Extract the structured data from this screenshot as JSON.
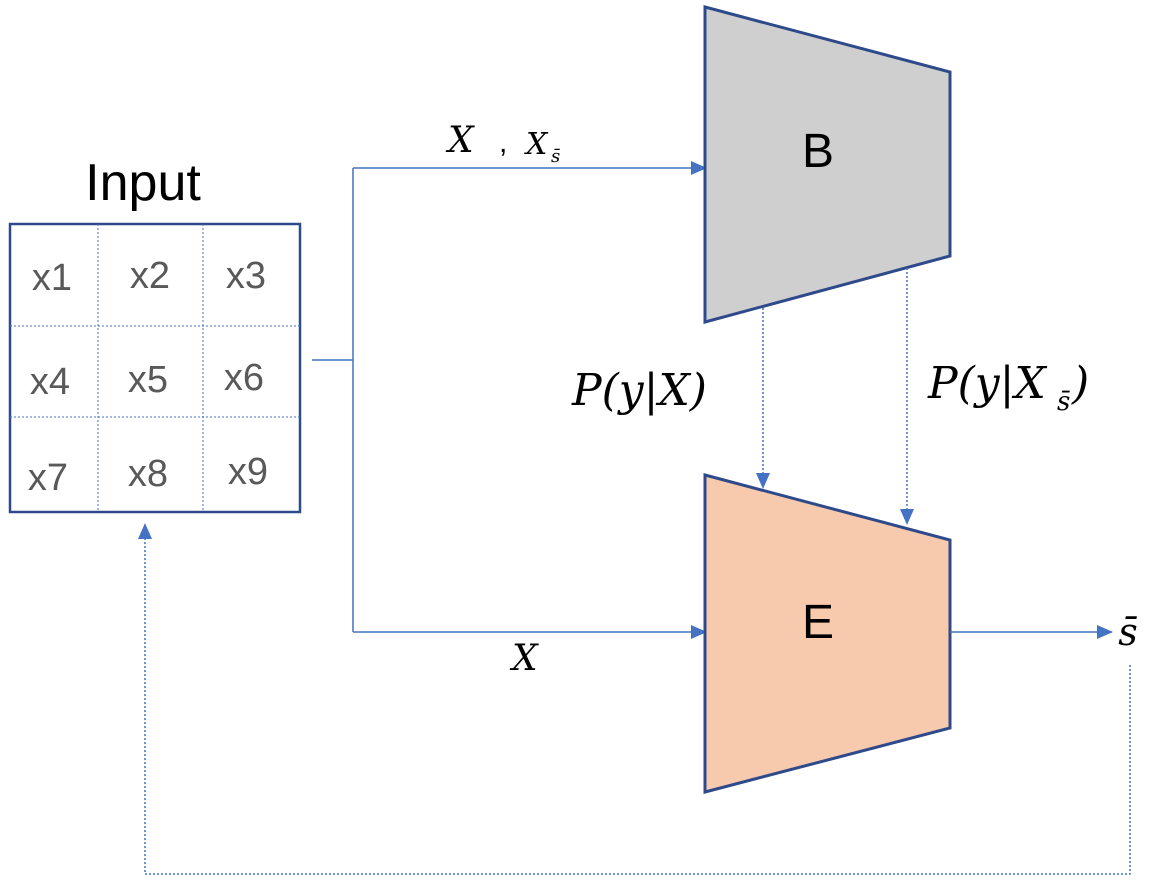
{
  "input": {
    "title": "Input",
    "cells": [
      "x1",
      "x2",
      "x3",
      "x4",
      "x5",
      "x6",
      "x7",
      "x8",
      "x9"
    ]
  },
  "blocks": {
    "b_label": "B",
    "e_label": "E"
  },
  "labels": {
    "top_arrow_x": "X",
    "top_arrow_comma": ",",
    "top_arrow_xs": "X",
    "top_arrow_xs_sub": "s̄",
    "bottom_arrow": "X",
    "prob_left": "P(y|X)",
    "prob_right_main": "P(y|X",
    "prob_right_sub": "s̄",
    "prob_right_close": ")",
    "output": "s̄"
  },
  "colors": {
    "line": "#4472c4",
    "border": "#2f4a8a",
    "block_b_fill": "#d0cfd0",
    "block_e_fill": "#f7c9ad",
    "grid_dotted": "#4472c4"
  }
}
